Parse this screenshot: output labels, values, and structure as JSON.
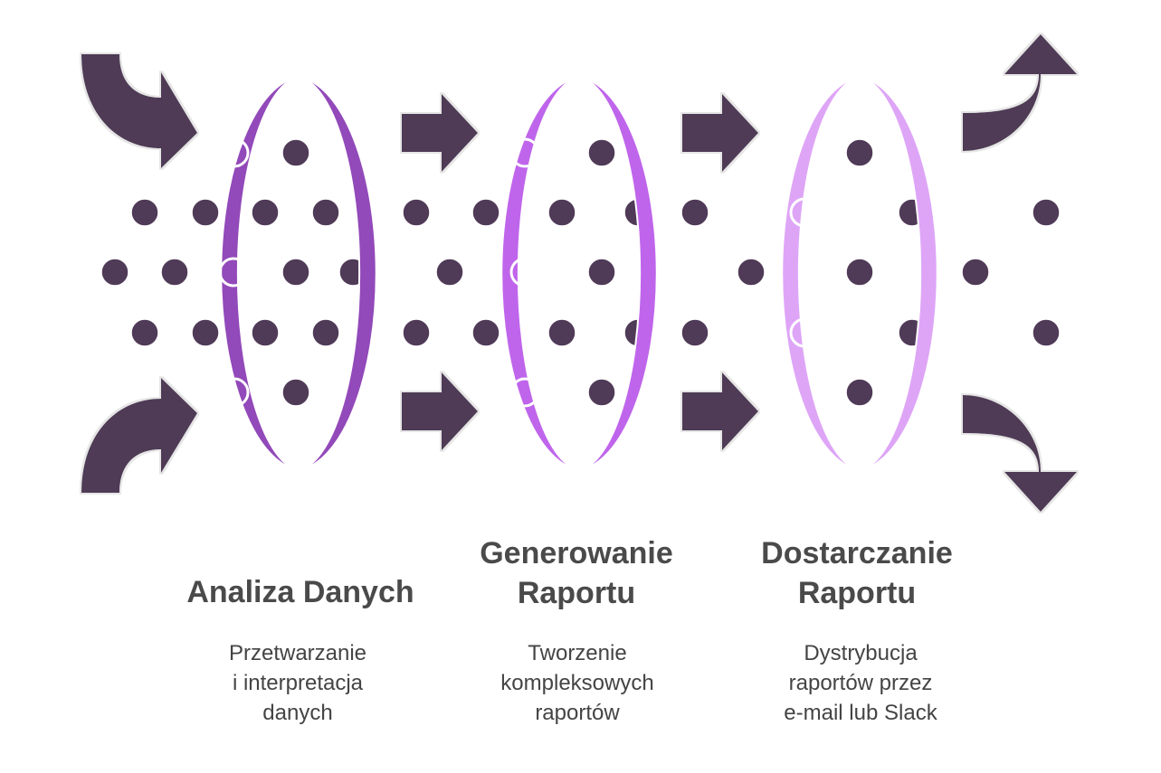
{
  "colors": {
    "arrow": "#4f3a57",
    "dot": "#4f3a57",
    "ring_1": "#9249b9",
    "ring_2": "#bf65eb",
    "ring_3": "#dea5f7"
  },
  "icons": {
    "arrow_in": "curved-arrow-in-icon",
    "arrow_out": "curved-arrow-out-icon",
    "arrow_right": "arrow-right-icon"
  },
  "stages": [
    {
      "title": "Analiza Danych",
      "description": "Przetwarzanie\ni interpretacja\ndanych"
    },
    {
      "title": "Generowanie\nRaportu",
      "description": "Tworzenie\nkompleksowych\nraportów"
    },
    {
      "title": "Dostarczanie\nRaportu",
      "description": "Dystrybucja\nraportów przez\ne-mail lub Slack"
    }
  ]
}
